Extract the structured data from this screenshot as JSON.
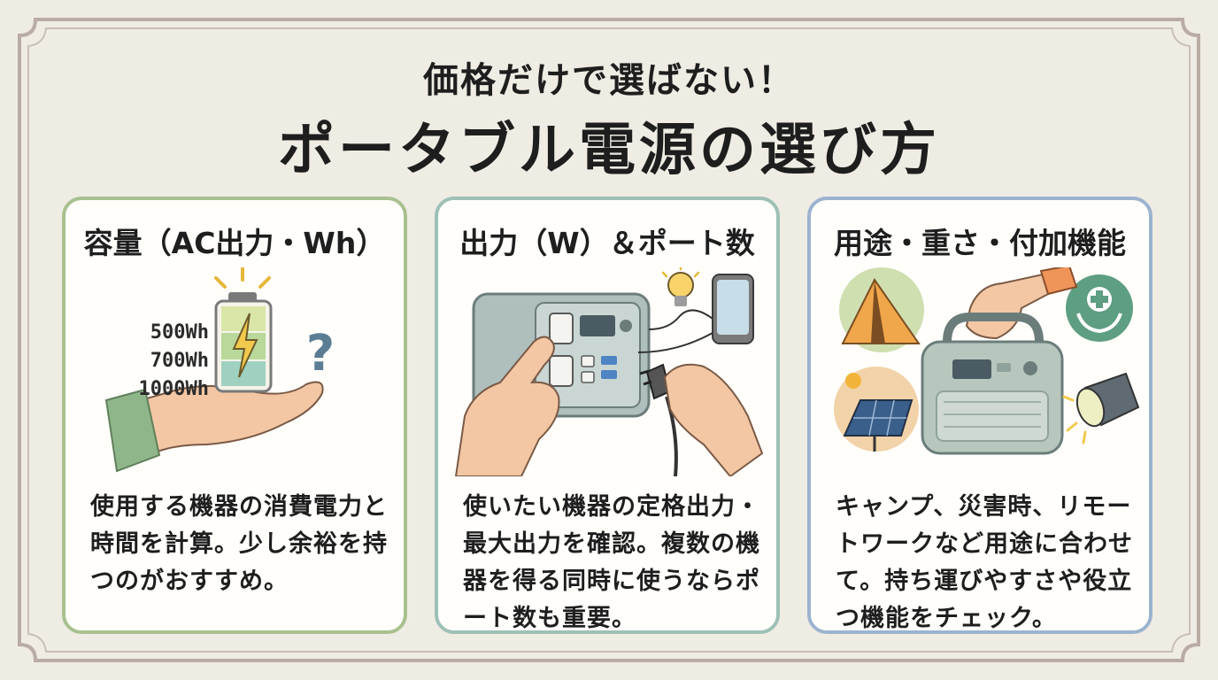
{
  "page": {
    "subtitle": "価格だけで選ばない！",
    "title": "ポータブル電源の選び方"
  },
  "cards": [
    {
      "title": "容量（AC出力・Wh）",
      "battery_levels": [
        "500Wh",
        "700Wh",
        "1000Wh"
      ],
      "question_mark": "?",
      "description": "使用する機器の消費電力と時間を計算。少し余裕を持つのがおすすめ。",
      "accent": "#a9c08f",
      "icons": [
        "battery-icon",
        "lightning-icon",
        "question-mark-icon",
        "open-hand-icon"
      ]
    },
    {
      "title": "出力（W）＆ポート数",
      "description": "使いたい機器の定格出力・最大出力を確認。複数の機器を得る同時に使うならポート数も重要。",
      "accent": "#9ec0b6",
      "icons": [
        "power-station-icon",
        "pointing-finger-icon",
        "light-bulb-icon",
        "smartphone-icon",
        "plug-icon"
      ]
    },
    {
      "title": "用途・重さ・付加機能",
      "description": "キャンプ、災害時、リモートワークなど用途に合わせて。持ち運びやすさや役立つ機能をチェック。",
      "accent": "#9cb3cf",
      "icons": [
        "tent-icon",
        "first-aid-icon",
        "solar-panel-icon",
        "flashlight-icon",
        "portable-power-icon"
      ]
    }
  ]
}
